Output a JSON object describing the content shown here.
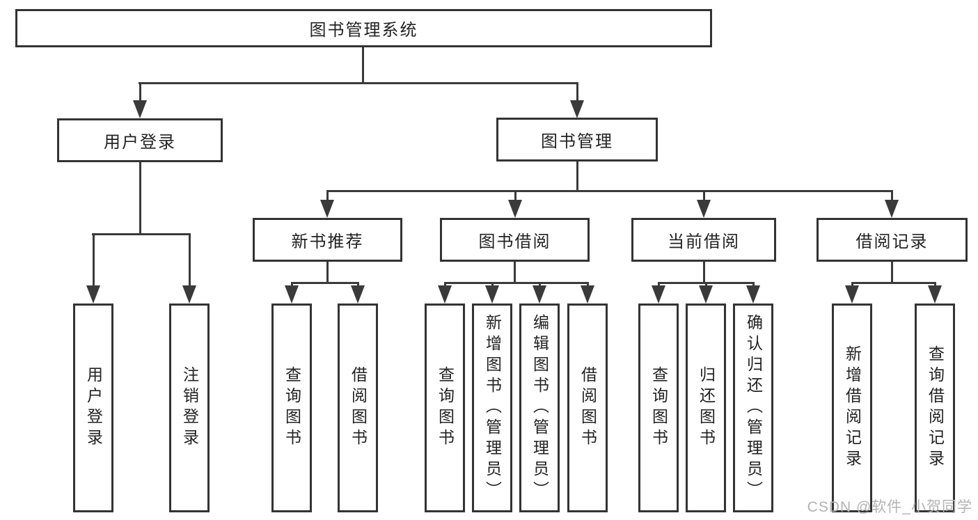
{
  "tree": {
    "root": "图书管理系统",
    "children": [
      {
        "label": "用户登录",
        "children": [
          "用户登录",
          "注销登录"
        ]
      },
      {
        "label": "图书管理",
        "children": [
          {
            "label": "新书推荐",
            "children": [
              "查询图书",
              "借阅图书"
            ]
          },
          {
            "label": "图书借阅",
            "children": [
              "查询图书",
              "新增图书（管理员）",
              "编辑图书（管理员）",
              "借阅图书"
            ]
          },
          {
            "label": "当前借阅",
            "children": [
              "查询图书",
              "归还图书",
              "确认归还（管理员）"
            ]
          },
          {
            "label": "借阅记录",
            "children": [
              "新增借阅记录",
              "查询借阅记录"
            ]
          }
        ]
      }
    ]
  },
  "watermark": {
    "text": "CSDN @软件_小贺同学"
  },
  "colors": {
    "line": "#3a3a3a",
    "box_border": "#333333",
    "text": "#222222",
    "watermark": "#b3b3b3",
    "background": "#ffffff"
  }
}
